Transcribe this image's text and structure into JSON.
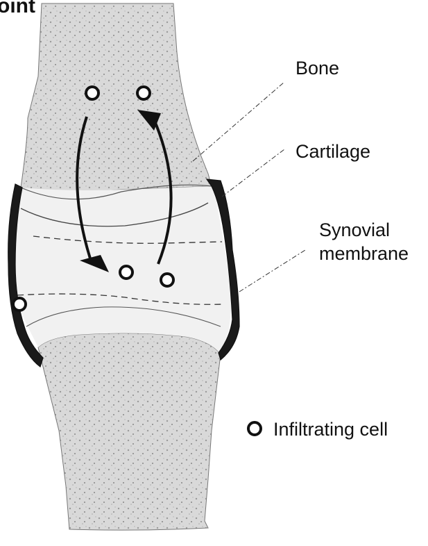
{
  "title_fragment": "oint",
  "labels": {
    "bone": "Bone",
    "cartilage": "Cartilage",
    "synovial_line1": "Synovial",
    "synovial_line2": "membrane"
  },
  "legend": {
    "label": "Infiltrating cell"
  },
  "colors": {
    "bone_fill": "#d9d9d9",
    "cartilage_fill": "#f1f1f1",
    "outline": "#111111",
    "cell": "#ffffff"
  }
}
